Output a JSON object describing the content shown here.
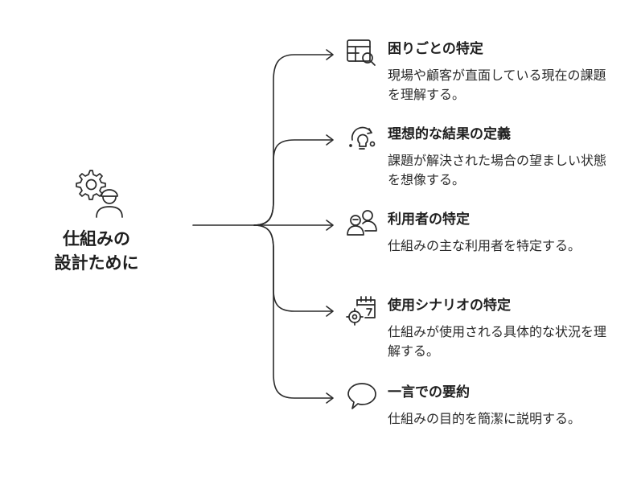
{
  "center": {
    "title_line1": "仕組みの",
    "title_line2": "設計ために",
    "icon": "gear-person-icon"
  },
  "branches": [
    {
      "title": "困りごとの特定",
      "desc": "現場や顧客が直面している現在の課題を理解する。",
      "icon": "table-search-icon"
    },
    {
      "title": "理想的な結果の定義",
      "desc": "課題が解決された場合の望ましい状態を想像する。",
      "icon": "lightbulb-refresh-icon"
    },
    {
      "title": "利用者の特定",
      "desc": "仕組みの主な利用者を特定する。",
      "icon": "users-icon"
    },
    {
      "title": "使用シナリオの特定",
      "desc": "仕組みが使用される具体的な状況を理解する。",
      "icon": "calendar-gear-icon"
    },
    {
      "title": "一言での要約",
      "desc": "仕組みの目的を簡潔に説明する。",
      "icon": "speech-bubble-icon"
    }
  ],
  "colors": {
    "line": "#2a2a2a",
    "text": "#1f1f1f"
  }
}
